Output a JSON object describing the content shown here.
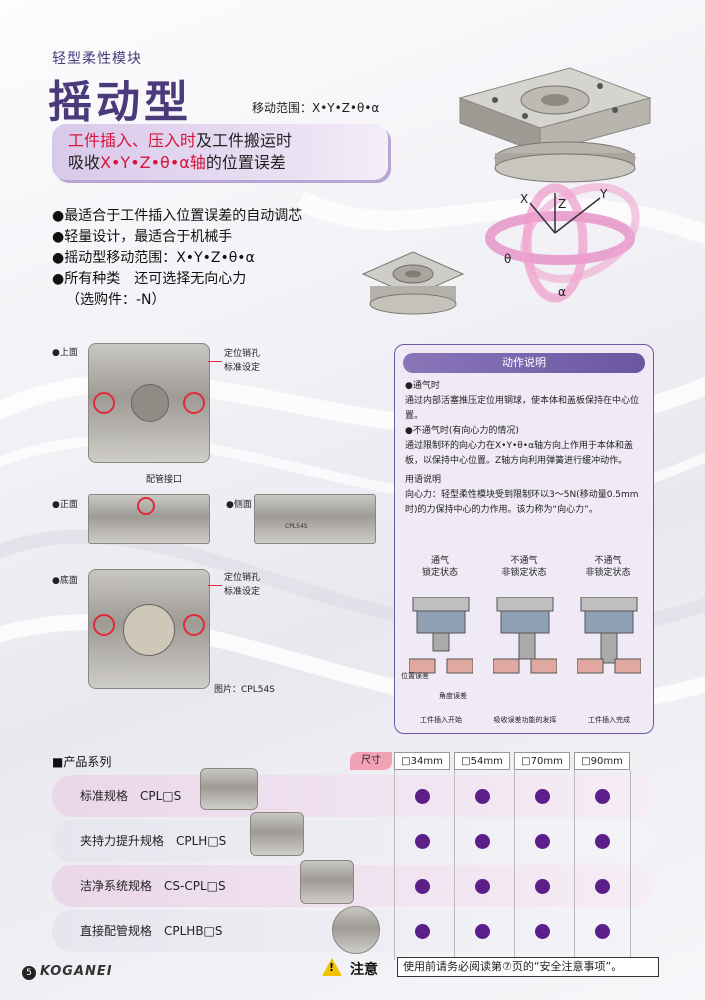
{
  "header": {
    "subtitle": "轻型柔性模块",
    "title": "摇动型",
    "move_range": "移动范围：X•Y•Z•θ•α"
  },
  "banner": {
    "line1_a": "工件插入、压入时",
    "line1_b": "及工件搬运时",
    "line2_a": "吸收",
    "line2_b": "X•Y•Z•θ•α轴",
    "line2_c": "的位置误差"
  },
  "features": [
    "●最适合于工件插入位置误差的自动调芯",
    "●轻量设计，最适合于机械手",
    "●摇动型移动范围：X•Y•Z•θ•α",
    "●所有种类　还可选择无向心力",
    "（选购件：-N）"
  ],
  "diagram_axes": {
    "x": "X",
    "y": "Y",
    "z": "Z",
    "theta": "θ",
    "alpha": "α"
  },
  "views": {
    "top_label": "●上面",
    "front_label": "●正面",
    "side_label": "●侧面",
    "bottom_label": "●底面",
    "pin_hole_top": "定位销孔",
    "std_setting_top": "标准设定",
    "pipe_port": "配管接口",
    "pin_hole_bottom": "定位销孔",
    "std_setting_bottom": "标准设定",
    "photo_caption": "图片：CPL54S",
    "side_marking": "CPL54S"
  },
  "action": {
    "header": "动作说明",
    "p1_title": "●通气时",
    "p1_text": "通过内部活塞推压定位用钢球，使本体和盖板保持在中心位置。",
    "p2_title": "●不通气时(有向心力的情况)",
    "p2_text": "通过限制环的向心力在X•Y•θ•α轴方向上作用于本体和盖板，以保持中心位置。Z轴方向利用弹簧进行缓冲动作。",
    "term_title": "用语说明",
    "term_text": "向心力：轻型柔性模块受到限制环以3～5N(移动量0.5mm时)的力保持中心的力作用。该力称为“向心力”。",
    "states": [
      {
        "line1": "通气",
        "line2": "锁定状态"
      },
      {
        "line1": "不通气",
        "line2": "非锁定状态"
      },
      {
        "line1": "不通气",
        "line2": "非锁定状态"
      }
    ],
    "pos_error": "位置误差",
    "chamfer": "角度误差",
    "captions": [
      "工件插入开始",
      "吸收误差功能的发挥",
      "工件插入完成"
    ]
  },
  "series": {
    "title": "■产品系列",
    "size_label": "尺寸",
    "sizes": [
      "□34mm",
      "□54mm",
      "□70mm",
      "□90mm"
    ],
    "rows": [
      {
        "label": "标准规格　CPL□S"
      },
      {
        "label": "夹持力提升规格　CPLH□S"
      },
      {
        "label": "洁净系统规格　CS-CPL□S"
      },
      {
        "label": "直接配管规格　CPLHB□S"
      }
    ]
  },
  "footer": {
    "page_num": "5",
    "brand": "KOGANEI",
    "caution_mark": "!",
    "caution": "注意",
    "caution_text": "使用前请务必阅读第⑦页的“安全注意事项”。"
  }
}
